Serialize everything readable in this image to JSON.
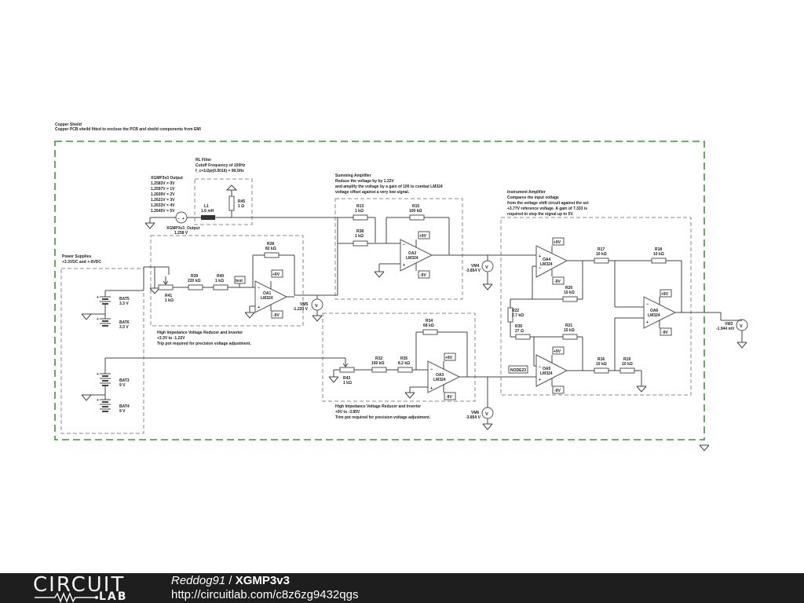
{
  "schematic": {
    "shield": {
      "title": "Copper Sheild",
      "desc": "Copper PCB sheild fitted to enclose the PCB and sheild components from EMI"
    },
    "output_block": {
      "title": "XGMP3v3 Output",
      "lines": [
        "1.2583V = 0V",
        "1.2597V = 1V",
        "1.2609V = 2V",
        "1.2621V = 3V",
        "1.2633V = 4V",
        "1.2645V = 5V"
      ],
      "source_name": "XGMP3v3_Output",
      "source_value": "1.258 V"
    },
    "rl_filter": {
      "title": "RL Filter",
      "line1": "Cutoff Frequency of 100Hz",
      "line2": "f_c=1/2pi(0.0016) = 99.5Hz"
    },
    "summing": {
      "title": "Summing Amplifier",
      "line1": "Reduce the voltage by by 1.22V",
      "line2": "and amplify the voltage by a gain of 100 to combat LM324",
      "line3": "voltage offset against a very low signal."
    },
    "instrument": {
      "title": "Instrument Amplifier",
      "line1": "Compares the input voltage",
      "line2": "from the voltage shift circuit against the set",
      "line3": "+3.77V reference voltage. A gain of 7.333 is",
      "line4": "required to step the signal up to 5V."
    },
    "power": {
      "title": "Power Supplies",
      "line1": "+3.3VDC and +-9VDC"
    },
    "reducer1": {
      "title": "High Impedance Voltage Reducer and Inverter",
      "line1": "+3.3V to -1.22V",
      "line2": "Trip pot required for precision voltage adjustment."
    },
    "reducer2": {
      "title": "High Impedance Voltage Reducer and Inverter",
      "line1": "+9V to -3.85V",
      "line2": "Trim pot required for precision voltage adjustment."
    },
    "components": {
      "L1": {
        "name": "L1",
        "value": "1.6 mH"
      },
      "R45": {
        "name": "R45",
        "value": "1 Ω"
      },
      "R13": {
        "name": "R13",
        "value": "1 kΩ"
      },
      "R15": {
        "name": "R15",
        "value": "100 kΩ"
      },
      "R38": {
        "name": "R38",
        "value": "1 kΩ"
      },
      "R28": {
        "name": "R28",
        "value": "82 kΩ"
      },
      "R39": {
        "name": "R39",
        "value": "220 kΩ"
      },
      "R40": {
        "name": "R40",
        "value": "1 kΩ"
      },
      "R41": {
        "name": "R41",
        "value": "1 kΩ"
      },
      "R34": {
        "name": "R34",
        "value": "68 kΩ"
      },
      "R32": {
        "name": "R32",
        "value": "150 kΩ"
      },
      "R35": {
        "name": "R35",
        "value": "8.2 kΩ"
      },
      "R43": {
        "name": "R43",
        "value": "1 kΩ"
      },
      "R17": {
        "name": "R17",
        "value": "10 kΩ"
      },
      "R18": {
        "name": "R18",
        "value": "10 kΩ"
      },
      "R20": {
        "name": "R20",
        "value": "10 kΩ"
      },
      "R22": {
        "name": "R22",
        "value": "2.7 kΩ"
      },
      "R36": {
        "name": "R36",
        "value": "27 Ω"
      },
      "R21": {
        "name": "R21",
        "value": "10 kΩ"
      },
      "R16": {
        "name": "R16",
        "value": "10 kΩ"
      },
      "R19": {
        "name": "R19",
        "value": "10 kΩ"
      },
      "BAT5": {
        "name": "BAT5",
        "value": "3.3 V"
      },
      "BAT6": {
        "name": "BAT6",
        "value": "3.3 V"
      },
      "BAT3": {
        "name": "BAT3",
        "value": "9 V"
      },
      "BAT4": {
        "name": "BAT4",
        "value": "9 V"
      }
    },
    "opamps": {
      "OA1": {
        "name": "OA1",
        "part": "LM324"
      },
      "OA2": {
        "name": "OA2",
        "part": "LM324"
      },
      "OA3": {
        "name": "OA3",
        "part": "LM324"
      },
      "OA4": {
        "name": "OA4",
        "part": "LM324"
      },
      "OA5": {
        "name": "OA5",
        "part": "LM324"
      },
      "OA6": {
        "name": "OA6",
        "part": "LM324"
      }
    },
    "rails": {
      "pos": "+9V",
      "neg": "-9V",
      "minus": "−",
      "plus": "+"
    },
    "meters": {
      "VM5": {
        "name": "VM5",
        "value": "-1.220 V"
      },
      "VM4": {
        "name": "VM4",
        "value": "-3.854 V"
      },
      "VM6": {
        "name": "VM6",
        "value": "-3.854 V"
      },
      "VM3": {
        "name": "VM3",
        "value": "-1.944 mV"
      }
    },
    "nodes": {
      "test": "test",
      "node23": "NODE23"
    }
  },
  "footer": {
    "logo_top": "CIRCUIT",
    "logo_bottom": "LAB",
    "author": "Reddog91",
    "separator": " / ",
    "project": "XGMP3v3",
    "url": "http://circuitlab.com/c8z6zg9432qgs"
  }
}
